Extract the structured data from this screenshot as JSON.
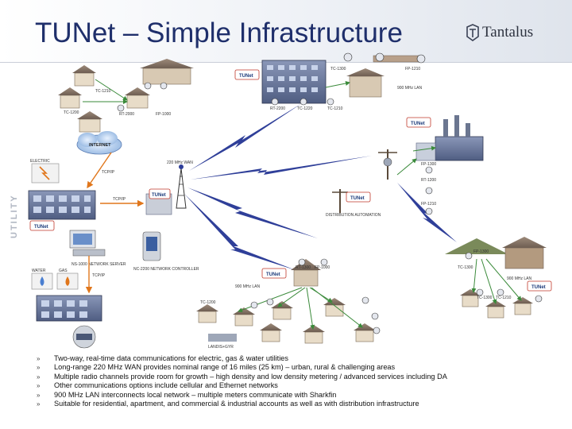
{
  "slide": {
    "title": "TUNet – Simple Infrastructure",
    "logo_text": "Tantalus",
    "side_label": "UTILITY"
  },
  "diagram": {
    "internet_label": "INTERNET",
    "utility_labels": {
      "electric": "ELECTRIC",
      "water": "WATER",
      "gas": "GAS"
    },
    "wan_label": "220 MHz WAN",
    "lan_labels": [
      "900 MHz LAN",
      "900 MHz LAN",
      "900 MHz LAN"
    ],
    "tcpip_labels": [
      "TCP/IP",
      "TCP/IP",
      "TCP/IP"
    ],
    "network_server": "NS-1000 NETWORK SERVER",
    "network_controller": "NC-2200 NETWORK CONTROLLER",
    "distribution_automation": "DISTRIBUTION AUTOMATION",
    "device_labels": [
      "TC-1300",
      "TC-1210",
      "TC-1200",
      "RT-2000",
      "FP-1000",
      "RT-2200",
      "TC-1220",
      "TC-1210",
      "FP-1210",
      "FP-1300",
      "RT-1200",
      "FP-1210",
      "FP-1300",
      "TC-1210",
      "RT-1300",
      "FP-1000",
      "TC-1200",
      "TC-1300",
      "TC-1300"
    ],
    "bubble_text": "TUNet",
    "gas_meter_brand": "LANDIS+GYR"
  },
  "bullets": [
    "Two-way, real-time data communications for electric, gas & water utilities",
    "Long-range 220 MHz WAN provides nominal range of 16 miles (25 km) – urban, rural & challenging areas",
    "Multiple radio channels provide room for growth – high density and low density metering / advanced services including DA",
    "Other communications options include cellular and Ethernet networks",
    "900 MHz LAN interconnects local network – multiple meters communicate with Sharkfin",
    "Suitable for residential, apartment, and commercial & industrial accounts as well as with distribution infrastructure"
  ],
  "bullet_mark": "»",
  "colors": {
    "title": "#1f2f6b",
    "wan_bolt": "#2f3f99",
    "lan_arrow": "#3a8a3a",
    "tcpip_arrow": "#e0761b",
    "bubble_border": "#c0392b"
  }
}
